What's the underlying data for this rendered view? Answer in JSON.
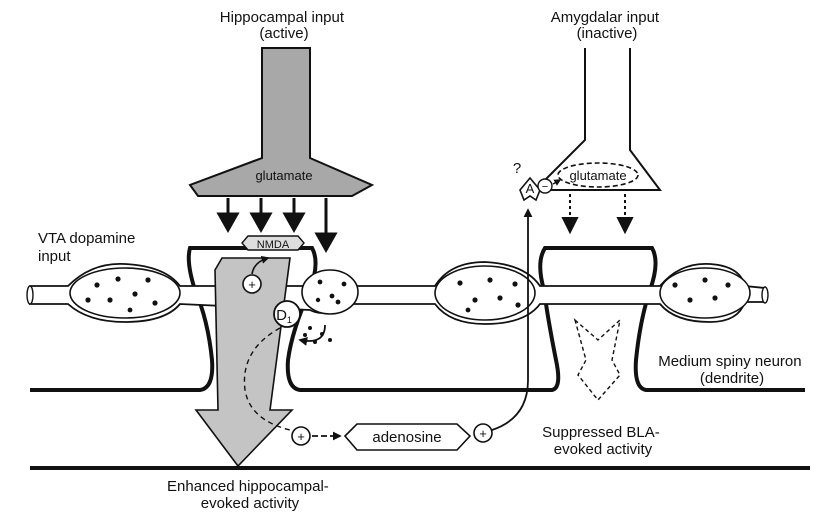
{
  "labels": {
    "hippocampal_line1": "Hippocampal input",
    "hippocampal_line2": "(active)",
    "amygdalar_line1": "Amygdalar input",
    "amygdalar_line2": "(inactive)",
    "glutamate_left": "glutamate",
    "glutamate_right": "glutamate",
    "vta_line1": "VTA dopamine",
    "vta_line2": "input",
    "nmda": "NMDA",
    "d1": "D",
    "d1_sub": "1",
    "adenosine": "adenosine",
    "a_receptor": "A",
    "question": "?",
    "plus": "+",
    "minus": "−",
    "msn_line1": "Medium spiny neuron",
    "msn_line2": "(dendrite)",
    "suppressed_line1": "Suppressed BLA-",
    "suppressed_line2": "evoked activity",
    "enhanced_line1": "Enhanced hippocampal-",
    "enhanced_line2": "evoked activity"
  },
  "colors": {
    "ink": "#111111",
    "terminal_fill": "#a8a8a8",
    "arrow_fill": "#c4c4c4",
    "background": "#ffffff"
  }
}
